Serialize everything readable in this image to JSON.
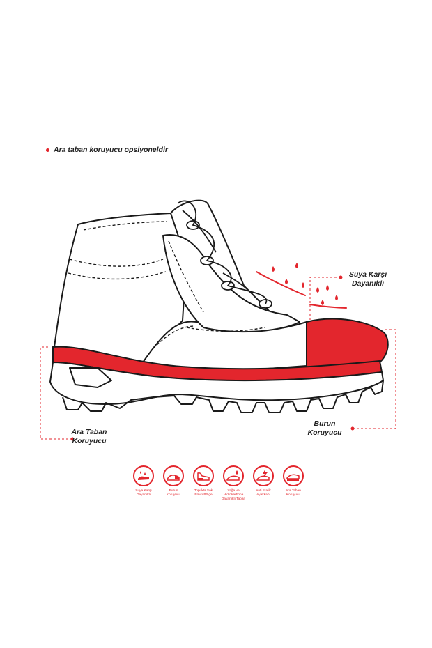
{
  "note": {
    "text": "Ara taban koruyucu opsiyoneldir"
  },
  "callouts": {
    "water": {
      "line1": "Suya Karşı",
      "line2": "Dayanıklı"
    },
    "midsole": {
      "line1": "Ara Taban",
      "line2": "Koruyucu"
    },
    "toe": {
      "line1": "Burun",
      "line2": "Koruyucu"
    }
  },
  "icons": [
    {
      "name": "water-resistant-icon",
      "line1": "Suya Karşı",
      "line2": "Dayanıklı",
      "line3": ""
    },
    {
      "name": "toe-protection-icon",
      "line1": "Burun",
      "line2": "Koruyucu",
      "line3": ""
    },
    {
      "name": "heel-shock-icon",
      "line1": "Topukta Şok",
      "line2": "Emici Bölge",
      "line3": ""
    },
    {
      "name": "oil-resistant-sole-icon",
      "line1": "Yağa ve",
      "line2": "Hidrokarbona",
      "line3": "Dayanıklı Taban"
    },
    {
      "name": "antistatic-icon",
      "line1": "Anti Statik",
      "line2": "Ayakkabı",
      "line3": ""
    },
    {
      "name": "midsole-protector-icon",
      "line1": "Ara Taban",
      "line2": "Koruyucu",
      "line3": ""
    }
  ],
  "colors": {
    "accent": "#e3262d",
    "outline": "#1a1a1a"
  }
}
